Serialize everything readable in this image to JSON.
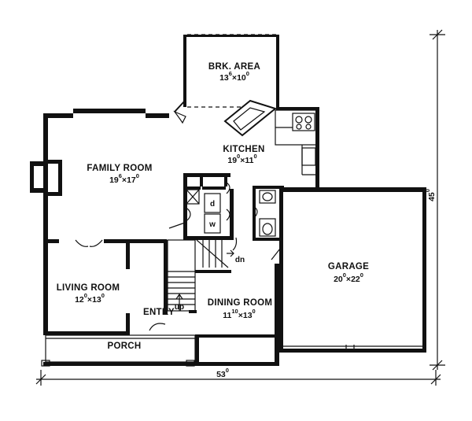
{
  "rooms": {
    "breakfast": {
      "name": "BRK. AREA",
      "w_ft": "13",
      "w_in": "6",
      "d_ft": "10",
      "d_in": "0"
    },
    "kitchen": {
      "name": "KITCHEN",
      "w_ft": "19",
      "w_in": "0",
      "d_ft": "11",
      "d_in": "0"
    },
    "family": {
      "name": "FAMILY ROOM",
      "w_ft": "19",
      "w_in": "6",
      "d_ft": "17",
      "d_in": "0"
    },
    "living": {
      "name": "LIVING ROOM",
      "w_ft": "12",
      "w_in": "0",
      "d_ft": "13",
      "d_in": "0"
    },
    "dining": {
      "name": "DINING ROOM",
      "w_ft": "11",
      "w_in": "10",
      "d_ft": "13",
      "d_in": "0"
    },
    "garage": {
      "name": "GARAGE",
      "w_ft": "20",
      "w_in": "0",
      "d_ft": "22",
      "d_in": "0"
    },
    "entry": {
      "name": "ENTRY"
    },
    "porch": {
      "name": "PORCH"
    }
  },
  "laundry": {
    "dryer": "d",
    "washer": "w"
  },
  "stairs": {
    "up": "up",
    "down": "dn"
  },
  "overall": {
    "width_ft": "53",
    "width_in": "0",
    "depth_ft": "45",
    "depth_in": "0"
  }
}
